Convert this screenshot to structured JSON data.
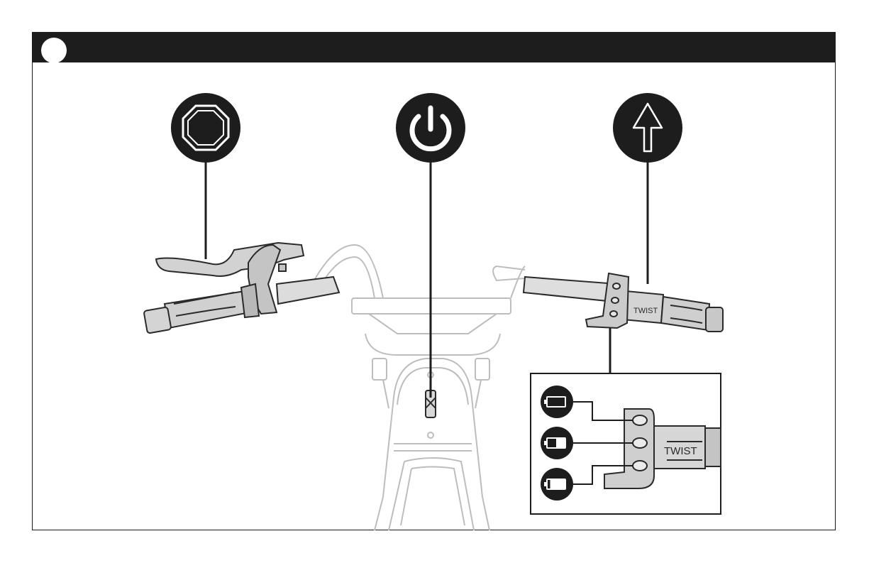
{
  "header": {
    "step_number": ""
  },
  "grip_label": "TWIST",
  "inset_grip_label": "TWIST",
  "icons": {
    "brake": "stop-octagon-icon",
    "power": "power-icon",
    "throttle": "up-arrow-icon"
  },
  "battery_indicators": [
    {
      "name": "battery-full-icon",
      "level": 1.0
    },
    {
      "name": "battery-half-icon",
      "level": 0.5
    },
    {
      "name": "battery-low-icon",
      "level": 0.15
    }
  ],
  "colors": {
    "dark": "#1d1d1d",
    "outline_light": "#bdbdbd",
    "part_fill": "#cfcfcf"
  }
}
